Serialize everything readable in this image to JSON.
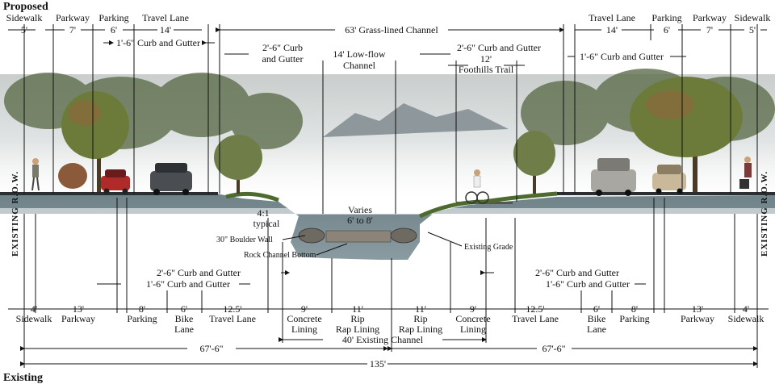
{
  "headings": {
    "proposed": "Proposed",
    "existing": "Existing"
  },
  "proposed_top": {
    "left": [
      {
        "label": "Sidewalk",
        "dim": "5'"
      },
      {
        "label": "Parkway",
        "dim": "7'"
      },
      {
        "label": "Parking",
        "dim": "6'"
      },
      {
        "label": "Travel Lane",
        "dim": "14'"
      }
    ],
    "right": [
      {
        "label": "Travel Lane",
        "dim": "14'"
      },
      {
        "label": "Parking",
        "dim": "6'"
      },
      {
        "label": "Parkway",
        "dim": "7'"
      },
      {
        "label": "Sidewalk",
        "dim": "5'"
      }
    ],
    "channel_width": "63' Grass-lined Channel",
    "curb_left_1": "1'-6\" Curb and Gutter",
    "curb_left_2": "2'-6\" Curb and Gutter",
    "lowflow": "14' Low-flow Channel",
    "curb_right_2": "2'-6\" Curb and Gutter",
    "trail_width": "12'",
    "trail_label": "Foothills Trail",
    "curb_right_1": "1'-6\" Curb and Gutter"
  },
  "section_notes": {
    "row_left": "EXISTING R.O.W.",
    "row_right": "EXISTING R.O.W.",
    "slope": "4:1",
    "slope_sub": "typical",
    "varies": "Varies",
    "varies_sub": "6' to 8'",
    "boulder_wall": "30\" Boulder Wall",
    "rock_bottom": "Rock Channel Bottom",
    "existing_grade": "Existing Grade"
  },
  "existing_bottom": {
    "curb_left_2": "2'-6\" Curb and Gutter",
    "curb_left_1": "1'-6\" Curb and Gutter",
    "curb_right_2": "2'-6\" Curb and Gutter",
    "curb_right_1": "1'-6\" Curb and Gutter",
    "segments": [
      {
        "dim": "4'",
        "label": "Sidewalk"
      },
      {
        "dim": "13'",
        "label": "Parkway"
      },
      {
        "dim": "8'",
        "label": "Parking"
      },
      {
        "dim": "6'",
        "label": "Bike Lane"
      },
      {
        "dim": "12.5'",
        "label": "Travel Lane"
      },
      {
        "dim": "9'",
        "label": "Concrete Lining"
      },
      {
        "dim": "11'",
        "label": "Rip Rap Lining"
      },
      {
        "dim": "11'",
        "label": "Rip Rap Lining"
      },
      {
        "dim": "9'",
        "label": "Concrete Lining"
      },
      {
        "dim": "12.5'",
        "label": "Travel Lane"
      },
      {
        "dim": "6'",
        "label": "Bike Lane"
      },
      {
        "dim": "8'",
        "label": "Parking"
      },
      {
        "dim": "13'",
        "label": "Parkway"
      },
      {
        "dim": "4'",
        "label": "Sidewalk"
      }
    ],
    "existing_channel": "40' Existing Channel",
    "half_left": "67'-6\"",
    "half_right": "67'-6\"",
    "total": "135'"
  }
}
